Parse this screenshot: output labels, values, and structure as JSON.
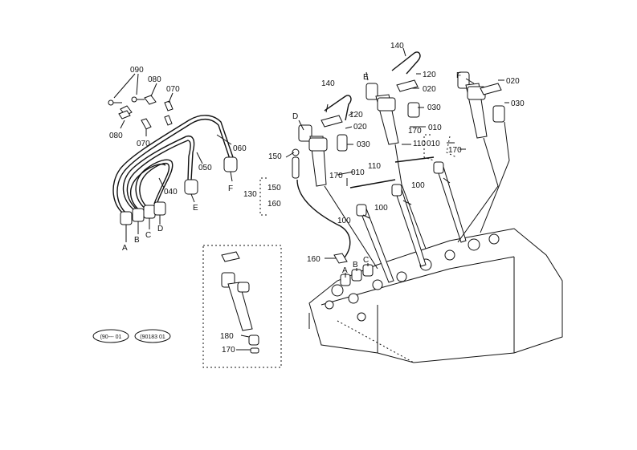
{
  "labels": {
    "p090": "090",
    "p080a": "080",
    "p070a": "070",
    "p080b": "080",
    "p070b": "070",
    "p060": "060",
    "p050": "050",
    "p040": "040",
    "pA1": "A",
    "pB1": "B",
    "pC1": "C",
    "pD1": "D",
    "pE1": "E",
    "pF1": "F",
    "p140a": "140",
    "p120a": "120",
    "p020a": "020",
    "p030a": "030",
    "pD2": "D",
    "p150": "150",
    "p130": "130",
    "p150b": "150",
    "p160b": "160",
    "p010a": "010",
    "p110a": "110",
    "p170a": "170",
    "p140b": "140",
    "p120b": "120",
    "pE2": "E",
    "p020b": "020",
    "p030b": "030",
    "p170b": "170",
    "p010b": "010",
    "p110b": "110",
    "pF2": "F",
    "p020c": "020",
    "p030c": "030",
    "p010c": "010",
    "p170c": "170",
    "p100a": "100",
    "p100b": "100",
    "p100c": "100",
    "p160": "160",
    "pA2": "A",
    "pB2": "B",
    "pC2": "C",
    "p180": "180",
    "p170d": "170"
  },
  "serial_badges": [
    "(90--- 01",
    "(90183 01"
  ]
}
